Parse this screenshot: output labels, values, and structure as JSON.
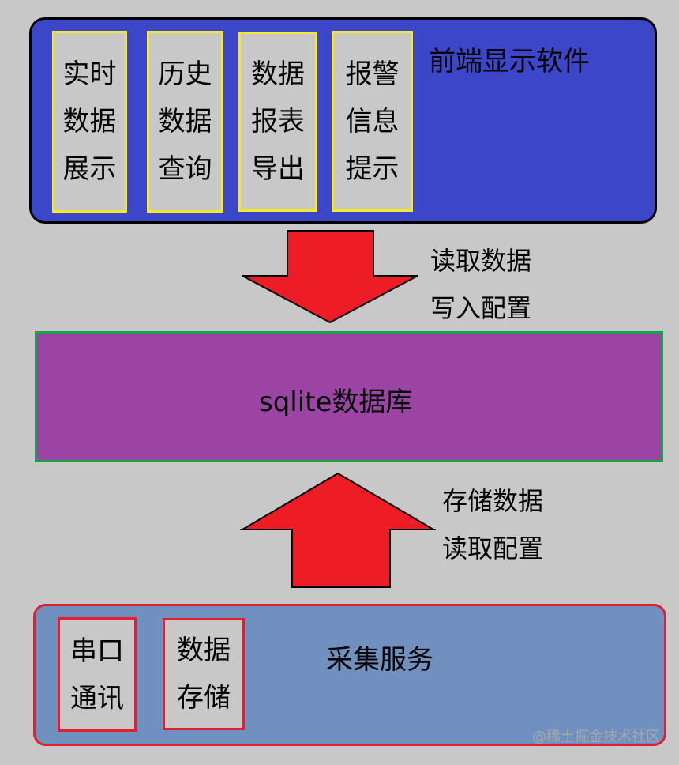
{
  "frontend": {
    "title": "前端显示软件",
    "modules": [
      {
        "lines": [
          "实时",
          "数据",
          "展示"
        ]
      },
      {
        "lines": [
          "历史",
          "数据",
          "查询"
        ]
      },
      {
        "lines": [
          "数据",
          "报表",
          "导出"
        ]
      },
      {
        "lines": [
          "报警",
          "信息",
          "提示"
        ]
      }
    ]
  },
  "arrow_down": {
    "lines": [
      "读取数据",
      "写入配置"
    ]
  },
  "database": {
    "title": "sqlite数据库"
  },
  "arrow_up": {
    "lines": [
      "存储数据",
      "读取配置"
    ]
  },
  "collector": {
    "title": "采集服务",
    "modules": [
      {
        "lines": [
          "串口",
          "通讯"
        ]
      },
      {
        "lines": [
          "数据",
          "存储"
        ]
      }
    ]
  },
  "watermark": "@稀土掘金技术社区",
  "colors": {
    "frontend_fill": "#3c46c8",
    "database_fill": "#9c44a4",
    "collector_fill": "#7090c0",
    "arrow_fill": "#ee1c24",
    "module_border_frontend": "#f4e82c",
    "module_border_collector": "#e02030"
  }
}
